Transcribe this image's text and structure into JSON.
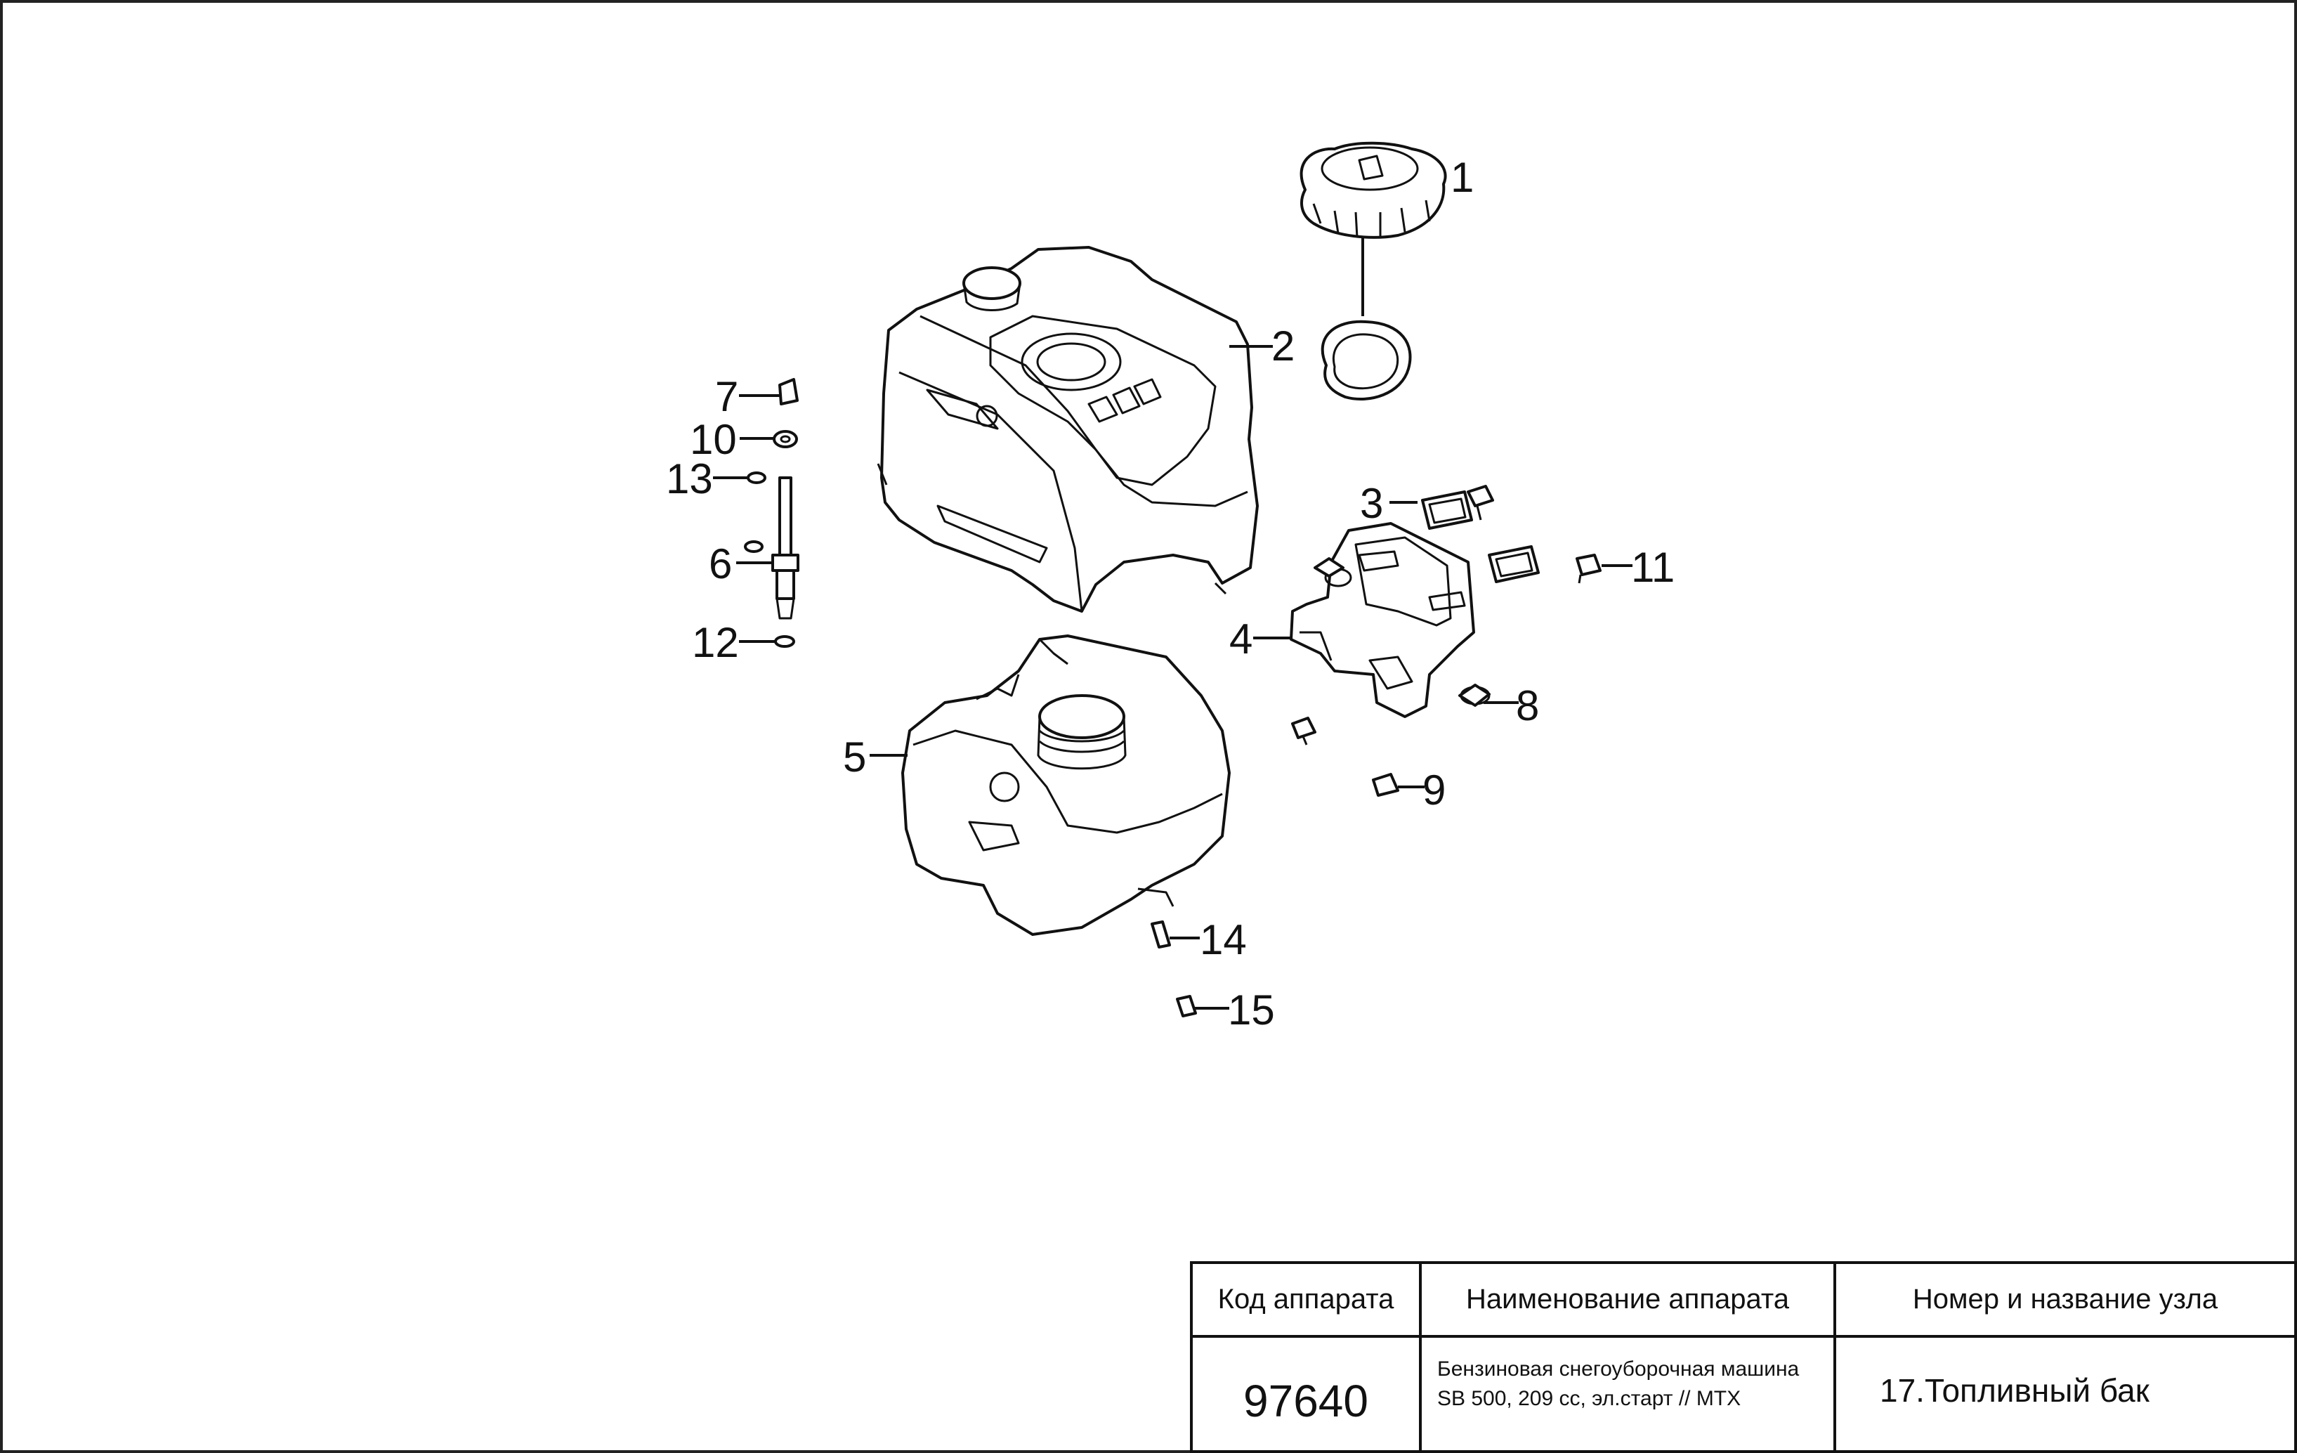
{
  "callouts": [
    "1",
    "2",
    "3",
    "4",
    "5",
    "6",
    "7",
    "8",
    "9",
    "10",
    "11",
    "12",
    "13",
    "14",
    "15"
  ],
  "title_block": {
    "code_header": "Код аппарата",
    "name_header": "Наименование аппарата",
    "unit_header": "Номер и название узла",
    "code_value": "97640",
    "name_line1": "Бензиновая снегоуборочная машина",
    "name_line2": "SB 500, 209 cc, эл.старт // MTX",
    "unit_value": "17.Топливный бак"
  }
}
